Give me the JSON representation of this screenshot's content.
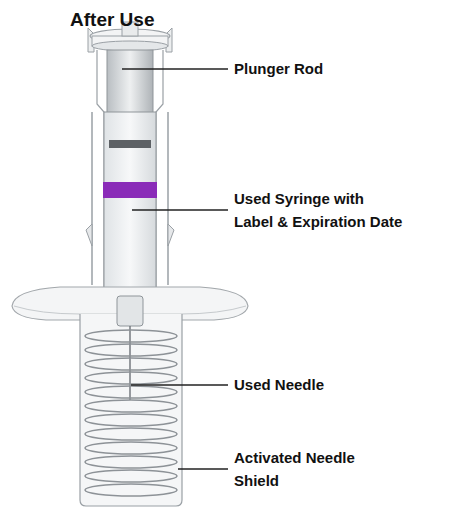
{
  "diagram": {
    "title": "After Use",
    "labels": [
      "Plunger Rod",
      "Used Syringe with Label & Expiration Date",
      "Used Needle",
      "Activated Needle Shield"
    ]
  }
}
